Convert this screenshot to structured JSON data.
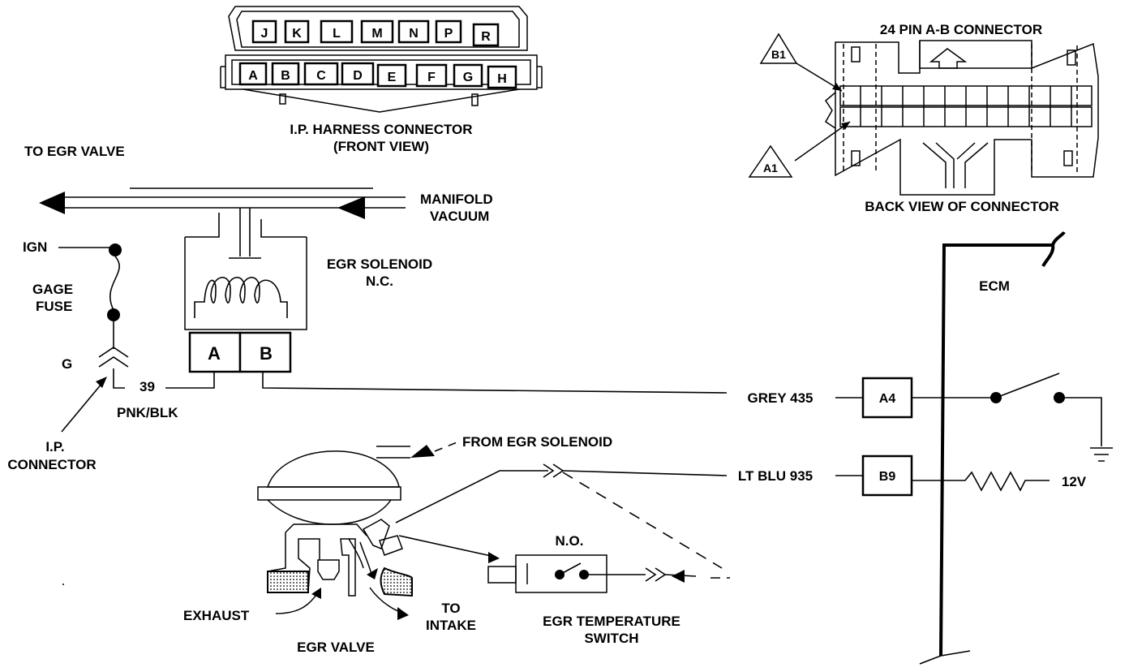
{
  "harness_connector": {
    "top_pins": [
      "J",
      "K",
      "L",
      "M",
      "N",
      "P",
      "R"
    ],
    "bottom_pins": [
      "A",
      "B",
      "C",
      "D",
      "E",
      "F",
      "G",
      "H"
    ],
    "title_line1": "I.P. HARNESS CONNECTOR",
    "title_line2": "(FRONT VIEW)"
  },
  "ab_connector": {
    "title": "24 PIN A-B CONNECTOR",
    "caption": "BACK VIEW OF CONNECTOR",
    "marker_b1": "B1",
    "marker_a1": "A1"
  },
  "vacuum": {
    "to_egr_valve": "TO EGR  VALVE",
    "manifold_line1": "MANIFOLD",
    "manifold_line2": "VACUUM"
  },
  "solenoid": {
    "title_line1": "EGR SOLENOID",
    "title_line2": "N.C.",
    "terminal_a": "A",
    "terminal_b": "B"
  },
  "fuse": {
    "ign": "IGN",
    "gage_line1": "GAGE",
    "gage_line2": "FUSE",
    "g": "G",
    "circuit": "39",
    "wire_color": "PNK/BLK",
    "ip_connector_line1": "I.P.",
    "ip_connector_line2": "CONNECTOR"
  },
  "ecm": {
    "label": "ECM",
    "pin_a4": "A4",
    "pin_b9": "B9",
    "wire_a4": "GREY 435",
    "wire_b9": "LT BLU 935",
    "supply": "12V"
  },
  "egr_valve": {
    "from_solenoid": "FROM EGR  SOLENOID",
    "exhaust": "EXHAUST",
    "to_line1": "TO",
    "to_line2": "INTAKE",
    "caption": "EGR  VALVE"
  },
  "temp_switch": {
    "state": "N.O.",
    "line1": "EGR TEMPERATURE",
    "line2": "SWITCH"
  }
}
